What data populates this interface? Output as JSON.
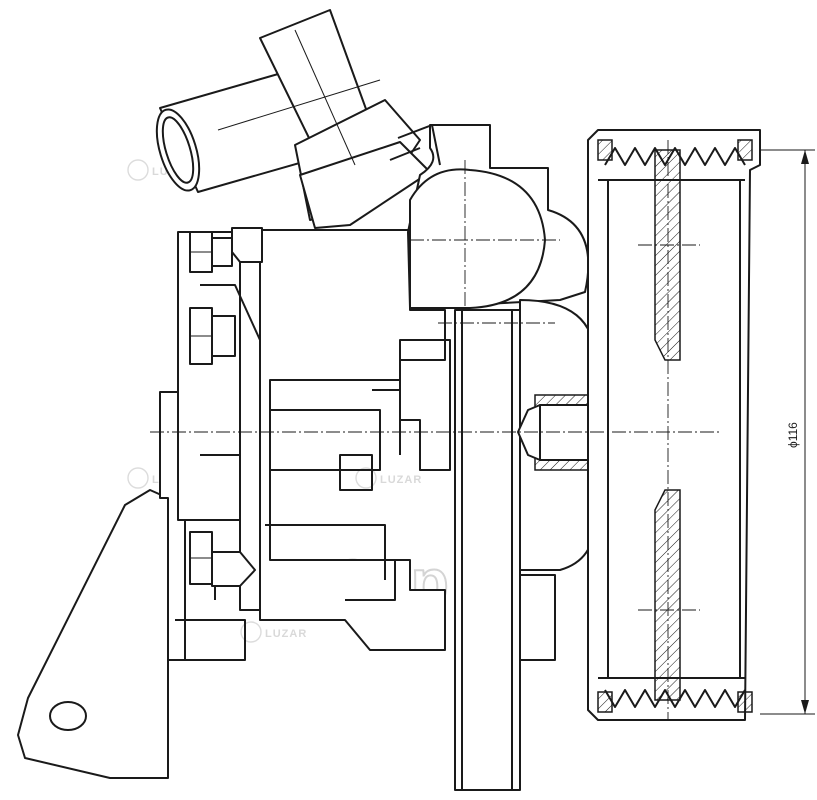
{
  "drawing": {
    "dimension_label": "ϕ116"
  },
  "watermark": {
    "small_label": "LUZAR",
    "large_label": "a6op"
  },
  "colors": {
    "line": "#1a1a1a",
    "watermark": "#d9d9d9",
    "background": "#ffffff"
  }
}
